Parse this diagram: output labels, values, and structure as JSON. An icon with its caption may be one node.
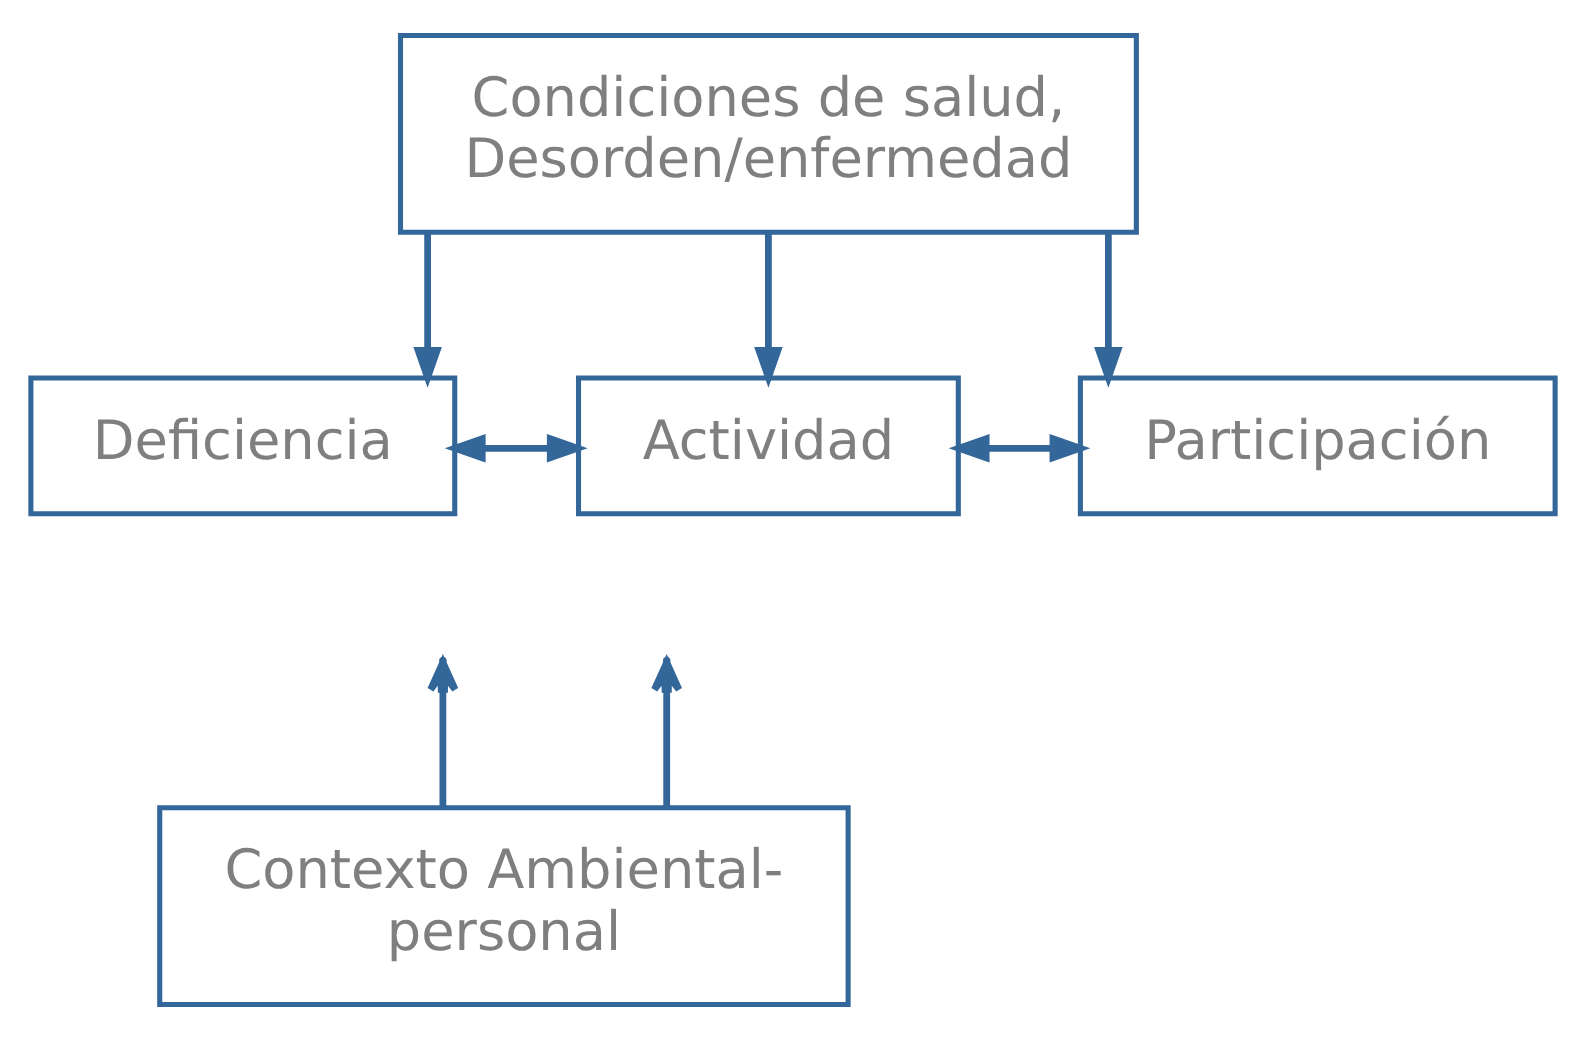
{
  "diagram": {
    "nodes": [
      {
        "text": [
          "Condiciones de salud, Desorden/enfermedad"
        ]
      },
      {
        "text": [
          "Deficiencia"
        ]
      },
      {
        "text": [
          "Actividad"
        ]
      },
      {
        "text": [
          "Participación"
        ]
      },
      {
        "text": [
          "Contexto Ambiental- personal"
        ]
      }
    ],
    "edges": [
      {
        "from": 0,
        "to": 1,
        "arrow": "to"
      },
      {
        "from": 0,
        "to": 2,
        "arrow": "to"
      },
      {
        "from": 0,
        "to": 3,
        "arrow": "to"
      },
      {
        "from": 1,
        "to": 2,
        "arrow": "both"
      },
      {
        "from": 2,
        "to": 3,
        "arrow": "both"
      },
      {
        "from": 4,
        "to": null,
        "arrow": "to"
      },
      {
        "from": 4,
        "to": null,
        "arrow": "to"
      }
    ]
  }
}
